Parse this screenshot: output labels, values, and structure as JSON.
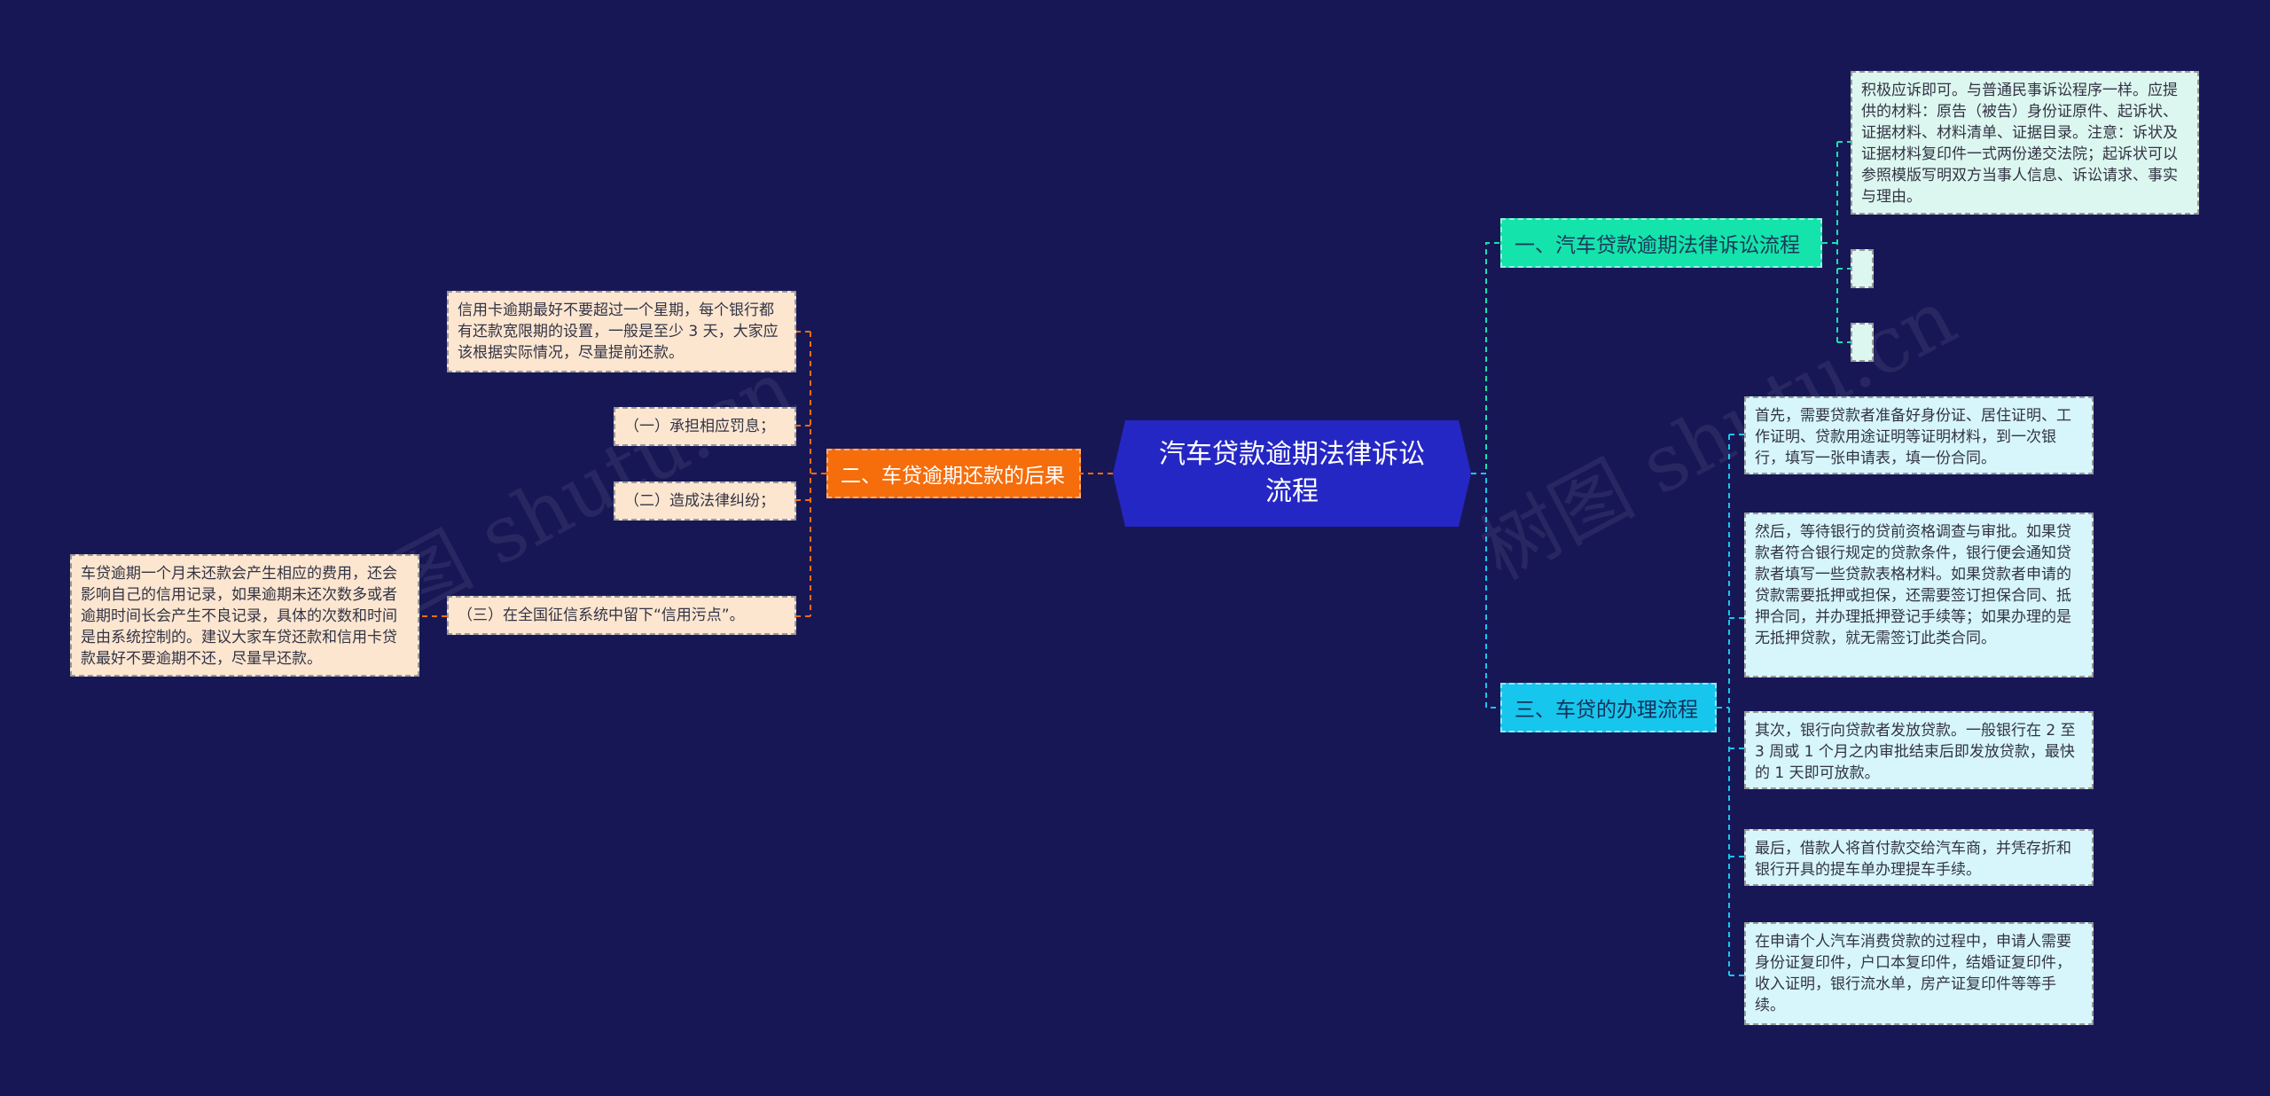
{
  "root": {
    "title": "汽车贷款逾期法律诉讼流程"
  },
  "branches": {
    "b1": {
      "label": "一、汽车贷款逾期法律诉讼流程"
    },
    "b2": {
      "label": "二、车贷逾期还款的后果"
    },
    "b3": {
      "label": "三、车贷的办理流程"
    }
  },
  "b1_leaves": {
    "text": "积极应诉即可。与普通民事诉讼程序一样。应提供的材料：原告（被告）身份证原件、起诉状、证据材料、材料清单、证据目录。注意：诉状及证据材料复印件一式两份递交法院；起诉状可以参照模版写明双方当事人信息、诉讼请求、事实与理由。"
  },
  "b2_leaves": {
    "l1": "信用卡逾期最好不要超过一个星期，每个银行都有还款宽限期的设置，一般是至少 3 天，大家应该根据实际情况，尽量提前还款。",
    "l2": "（一）承担相应罚息；",
    "l3": "（二）造成法律纠纷；",
    "l4": "（三）在全国征信系统中留下“信用污点”。",
    "l4_child": "车贷逾期一个月未还款会产生相应的费用，还会影响自己的信用记录，如果逾期未还次数多或者逾期时间长会产生不良记录，具体的次数和时间是由系统控制的。建议大家车贷还款和信用卡贷款最好不要逾期不还，尽量早还款。"
  },
  "b3_leaves": {
    "l1": "首先，需要贷款者准备好身份证、居住证明、工作证明、贷款用途证明等证明材料，到一次银行，填写一张申请表，填一份合同。",
    "l2": "然后，等待银行的贷前资格调查与审批。如果贷款者符合银行规定的贷款条件，银行便会通知贷款者填写一些贷款表格材料。如果贷款者申请的贷款需要抵押或担保，还需要签订担保合同、抵押合同，并办理抵押登记手续等；如果办理的是无抵押贷款，就无需签订此类合同。",
    "l3": "其次，银行向贷款者发放贷款。一般银行在 2 至 3 周或 1 个月之内审批结束后即发放贷款，最快的 1 天即可放款。",
    "l4": "最后，借款人将首付款交给汽车商，并凭存折和银行开具的提车单办理提车手续。",
    "l5": "在申请个人汽车消费贷款的过程中，申请人需要身份证复印件，户口本复印件，结婚证复印件，收入证明，银行流水单，房产证复印件等等手续。"
  },
  "watermarks": [
    "树图 shutu.cn",
    "树图 shutu.cn"
  ],
  "colors": {
    "background": "#181756",
    "root": "#2527c4",
    "branch1": "#14e3ab",
    "branch2": "#f66d0b",
    "branch3": "#17c6ec"
  }
}
